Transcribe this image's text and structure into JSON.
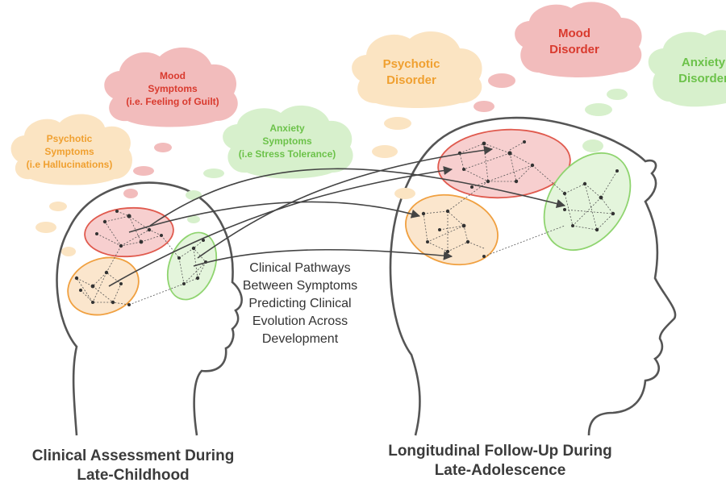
{
  "clouds": {
    "child_psychotic": {
      "line1": "Psychotic",
      "line2": "Symptoms",
      "line3": "(i.e Hallucinations)"
    },
    "child_mood": {
      "line1": "Mood",
      "line2": "Symptoms",
      "line3": "(i.e. Feeling of Guilt)"
    },
    "child_anxiety": {
      "line1": "Anxiety",
      "line2": "Symptoms",
      "line3": "(i.e Stress Tolerance)"
    },
    "adol_psychotic": {
      "line1": "Psychotic",
      "line2": "Disorder"
    },
    "adol_mood": {
      "line1": "Mood",
      "line2": "Disorder"
    },
    "adol_anxiety": {
      "line1": "Anxiety",
      "line2": "Disorder"
    }
  },
  "middle_text": {
    "line1": "Clinical Pathways",
    "line2": "Between Symptoms",
    "line3": "Predicting Clinical",
    "line4": "Evolution Across",
    "line5": "Development"
  },
  "captions": {
    "left_line1": "Clinical Assessment During",
    "left_line2": "Late-Childhood",
    "right_line1": "Longitudinal Follow-Up During",
    "right_line2": "Late-Adolescence"
  },
  "colors": {
    "psychotic_fill": "#fbe4c2",
    "psychotic_text": "#f0a030",
    "psychotic_stroke": "#f0a040",
    "mood_fill": "#f2bcbc",
    "mood_text": "#d93a2e",
    "mood_stroke": "#e05a4e",
    "anxiety_fill": "#d7f0cc",
    "anxiety_text": "#6cc24a",
    "anxiety_stroke": "#8fd46f"
  }
}
